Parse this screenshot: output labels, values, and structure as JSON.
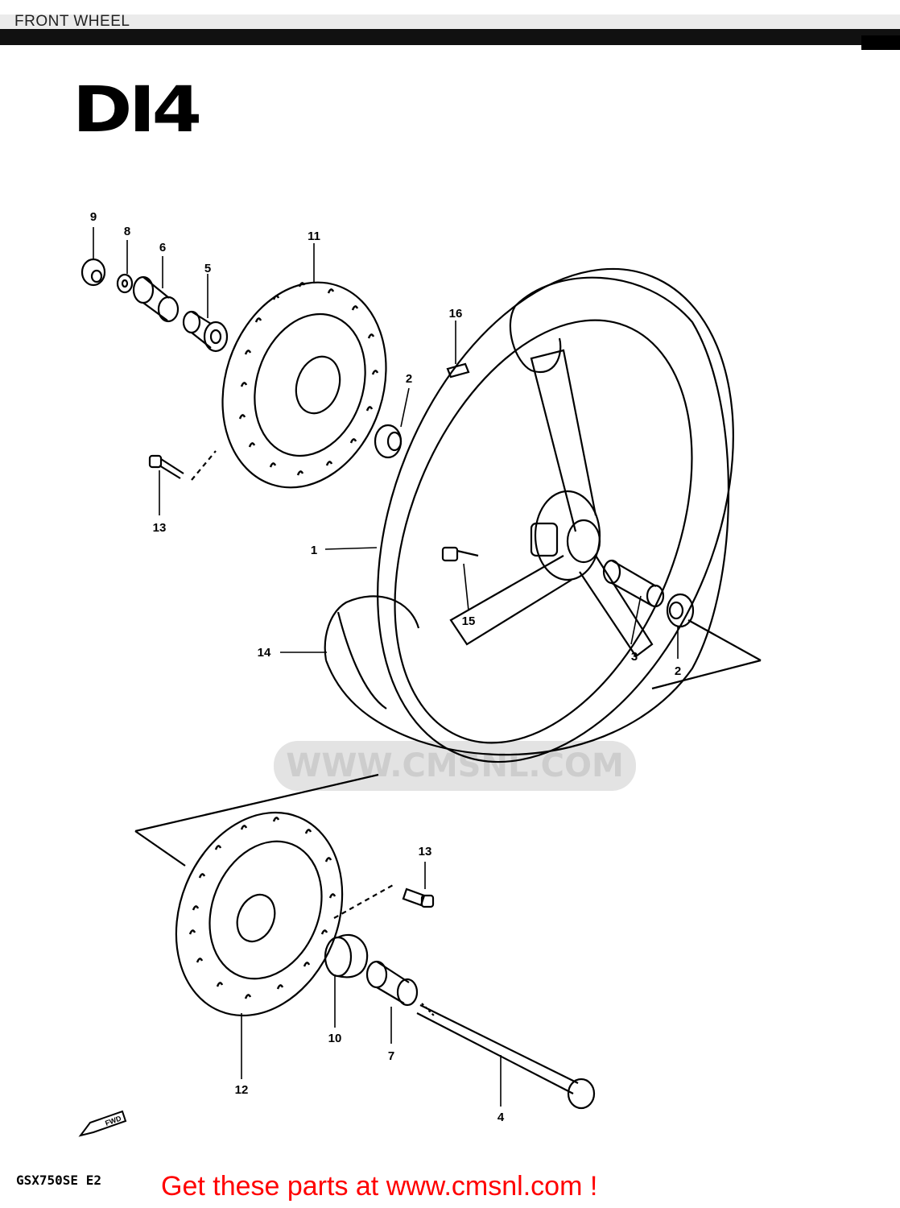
{
  "header": {
    "title": "FRONT WHEEL"
  },
  "diagram_code": "DI4",
  "watermark": {
    "text": "WWW.CMSNL.COM"
  },
  "callouts": {
    "c9": "9",
    "c8": "8",
    "c6": "6",
    "c5": "5",
    "c11": "11",
    "c16": "16",
    "c2a": "2",
    "c13a": "13",
    "c1": "1",
    "c15": "15",
    "c14": "14",
    "c3": "3",
    "c2b": "2",
    "c13b": "13",
    "c10": "10",
    "c7": "7",
    "c12": "12",
    "c4": "4"
  },
  "fwd_label": "FWD",
  "footer": {
    "model_code": "GSX750SE E2",
    "cta": "Get these parts at www.cmsnl.com !"
  }
}
